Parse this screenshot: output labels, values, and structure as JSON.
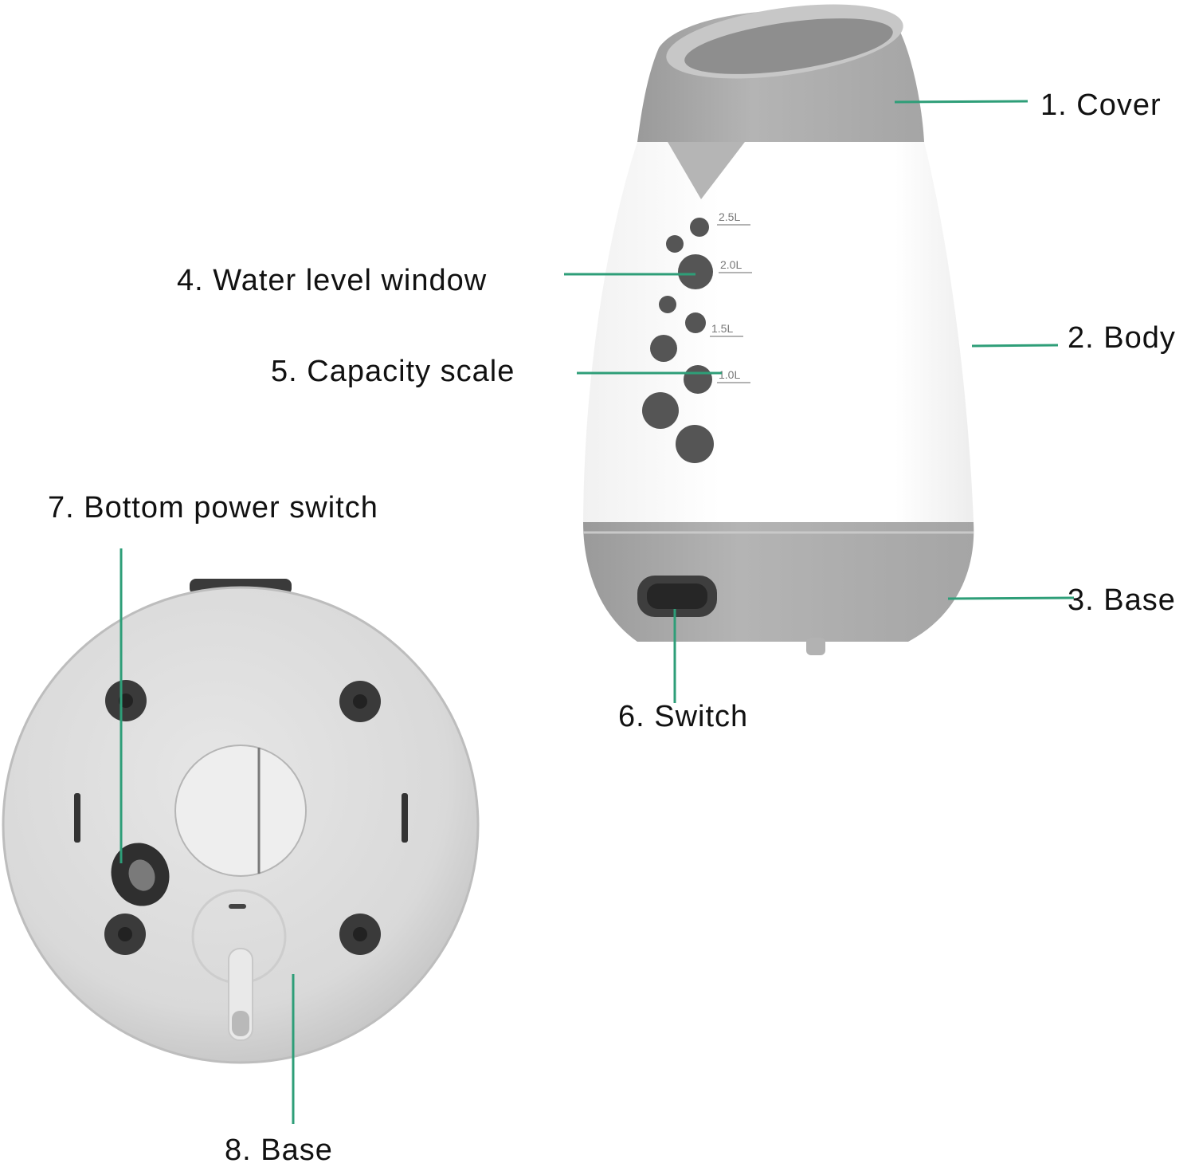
{
  "labels": {
    "cover": "1. Cover",
    "body": "2. Body",
    "base": "3. Base",
    "water_level_window": "4. Water level window",
    "capacity_scale": "5. Capacity scale",
    "switch": "6. Switch",
    "bottom_power_switch": "7. Bottom power switch",
    "bottom_base": "8. Base"
  },
  "scale_marks": [
    "2.5L",
    "2.0L",
    "1.5L",
    "1.0L"
  ],
  "colors": {
    "leader_line": "#2e9e78",
    "body_white": "#ffffff",
    "shell_gray": "#a9a9a9",
    "window_dark": "#4a4a4a",
    "text": "#111111"
  }
}
